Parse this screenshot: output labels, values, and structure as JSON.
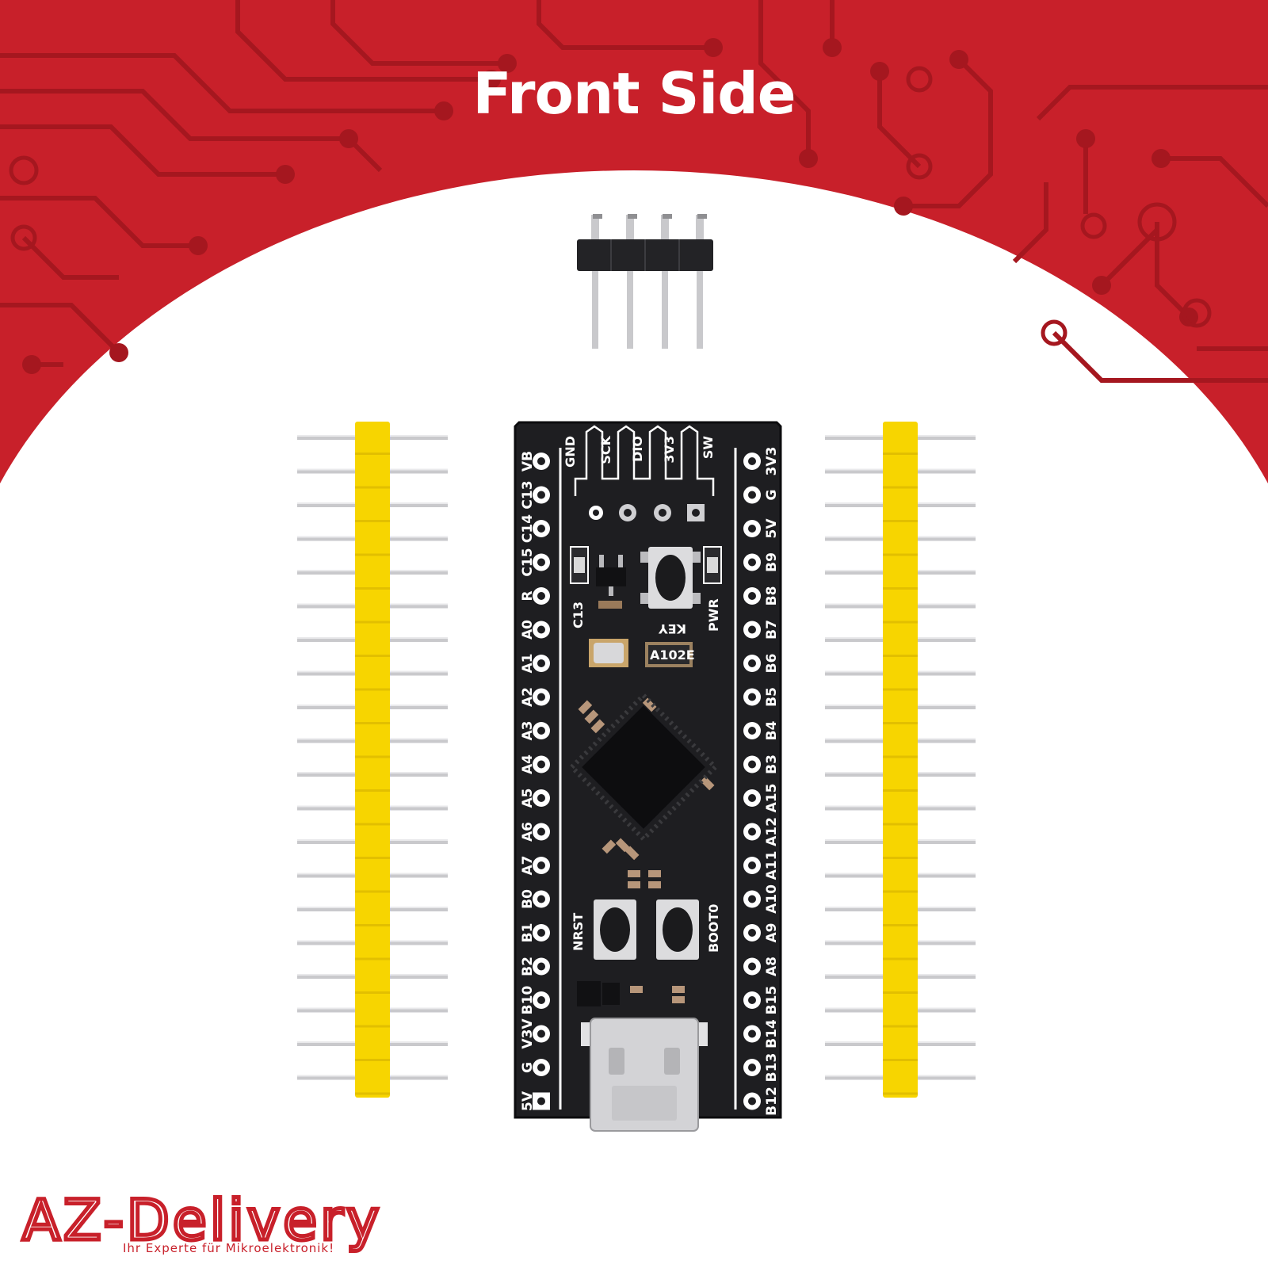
{
  "header": {
    "title": "Front Side"
  },
  "colors": {
    "banner_red": "#c8202a",
    "trace_dark": "#a5171f",
    "pcb_black": "#1e1e21",
    "header_yellow": "#f7d500",
    "pin_silver": "#c9c9cc",
    "logo_red": "#c8202a"
  },
  "board": {
    "left_pins": [
      "VB",
      "C13",
      "C14",
      "C15",
      "R",
      "A0",
      "A1",
      "A2",
      "A3",
      "A4",
      "A5",
      "A6",
      "A7",
      "B0",
      "B1",
      "B2",
      "B10",
      "V3V",
      "G",
      "5V"
    ],
    "right_pins": [
      "3V3",
      "G",
      "5V",
      "B9",
      "B8",
      "B7",
      "B6",
      "B5",
      "B4",
      "B3",
      "A15",
      "A12",
      "A11",
      "A10",
      "A9",
      "A8",
      "B15",
      "B14",
      "B13",
      "B12"
    ],
    "swd_pins": [
      "GND",
      "SCK",
      "DIO",
      "3V3",
      "SW"
    ],
    "silkscreen": {
      "led_c13": "C13",
      "key_button": "KEY",
      "pwr_led": "PWR",
      "nrst_button": "NRST",
      "boot0_button": "BOOT0",
      "resistor_code": "A102E"
    }
  },
  "brand": {
    "logo_text": "AZ-Delivery",
    "tagline": "Ihr Experte für Mikroelektronik!"
  }
}
